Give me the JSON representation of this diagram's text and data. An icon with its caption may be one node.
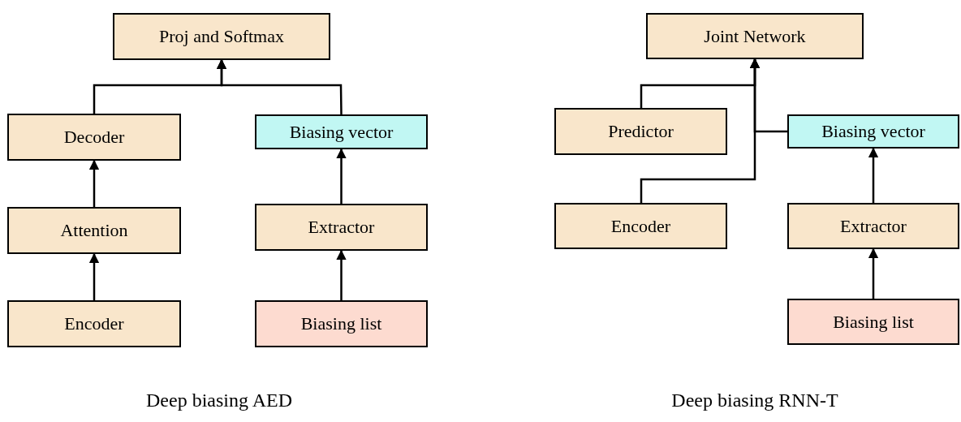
{
  "diagram": {
    "nodes": [
      {
        "text": [
          "Proj and Softmax"
        ]
      },
      {
        "text": [
          "Decoder"
        ]
      },
      {
        "text": [
          "Biasing vector"
        ]
      },
      {
        "text": [
          "Attention"
        ]
      },
      {
        "text": [
          "Extractor"
        ]
      },
      {
        "text": [
          "Encoder"
        ]
      },
      {
        "text": [
          "Biasing list"
        ]
      },
      {
        "text": [
          "Joint Network"
        ]
      },
      {
        "text": [
          "Predictor"
        ]
      },
      {
        "text": [
          "Biasing vector"
        ]
      },
      {
        "text": [
          "Encoder"
        ]
      },
      {
        "text": [
          "Extractor"
        ]
      },
      {
        "text": [
          "Biasing list"
        ]
      }
    ],
    "edges": [
      {
        "from": 1,
        "to": 0,
        "arrow": "to"
      },
      {
        "from": 2,
        "to": 0,
        "arrow": "to"
      },
      {
        "from": 3,
        "to": 1,
        "arrow": "to"
      },
      {
        "from": 5,
        "to": 3,
        "arrow": "to"
      },
      {
        "from": 4,
        "to": 2,
        "arrow": "to"
      },
      {
        "from": 6,
        "to": 4,
        "arrow": "to"
      },
      {
        "from": 8,
        "to": 7,
        "arrow": "to"
      },
      {
        "from": 9,
        "to": 7,
        "arrow": "to"
      },
      {
        "from": 10,
        "to": 7,
        "arrow": "to"
      },
      {
        "from": 11,
        "to": 9,
        "arrow": "to"
      },
      {
        "from": 12,
        "to": 11,
        "arrow": "to"
      }
    ],
    "labels": [
      "Deep biasing AED",
      "Deep biasing RNN-T"
    ]
  }
}
